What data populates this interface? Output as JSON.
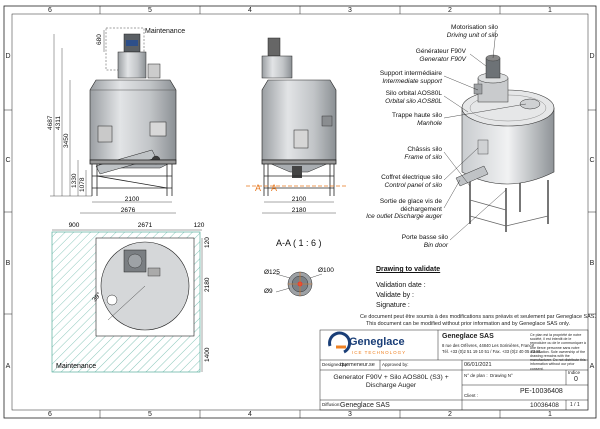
{
  "border": {
    "cols_top": [
      "6",
      "5",
      "4",
      "3",
      "2",
      "1"
    ],
    "rows_left": [
      "D",
      "C",
      "B",
      "A"
    ]
  },
  "front_view": {
    "label_maintenance": "Maintenance",
    "dims_vertical": [
      "680",
      "4687",
      "4311",
      "3450",
      "1330",
      "1078"
    ],
    "dim_bottom_inner": "2100",
    "dim_bottom_outer": "2676"
  },
  "side_view": {
    "dim_bottom_inner": "2100",
    "dim_bottom_outer": "2180",
    "section_marker": "A"
  },
  "plan_view": {
    "dims_top": [
      "900",
      "2671",
      "120"
    ],
    "dims_right": [
      "120",
      "2180",
      "1400"
    ],
    "dim_angle": "39°",
    "label_maintenance": "Maintenance"
  },
  "section": {
    "title": "A-A ( 1 : 6 )",
    "dims": [
      "Ø125",
      "Ø100",
      "Ø9"
    ]
  },
  "callouts": [
    {
      "fr": "Motorisation silo",
      "en": "Driving unit of silo"
    },
    {
      "fr": "Générateur F90V",
      "en": "Generator F90V"
    },
    {
      "fr": "Support intermédiaire",
      "en": "Intermediate support"
    },
    {
      "fr": "Silo orbital AOS80L",
      "en": "Orbital silo AOS80L"
    },
    {
      "fr": "Trappe haute silo",
      "en": "Manhole"
    },
    {
      "fr": "Châssis silo",
      "en": "Frame of silo"
    },
    {
      "fr": "Coffret électrique silo",
      "en": "Control panel of silo"
    },
    {
      "fr": "Sortie de glace vis de déchargement",
      "en": "Ice outlet Discharge auger"
    },
    {
      "fr": "Porte basse silo",
      "en": "Bin door"
    }
  ],
  "validation": {
    "title": "Drawing to validate",
    "date": "Validation date :",
    "by": "Validate by :",
    "signature": "Signature :"
  },
  "disclaimer": {
    "fr": "Ce document peut être soumis à des modifications sans préavis et seulement par Geneglace SAS.",
    "en": "This document can be modified without prior information and by Geneglace SAS only."
  },
  "title_block": {
    "company": "Geneglace SAS",
    "logo_text": "Geneglace",
    "logo_sub": "ICE TECHNOLOGY",
    "address": "8 rue des Orfèvres, 44840 Les Sorinières, France",
    "phone": "Tél. +33 (0)2 51 19 10 51 / Fax. +33 (0)2 40 05 73 81",
    "legal_fr": "Ce plan est la propriété de notre société, il est interdit de le reproduire ou de le communiquer à une tierce personne sans notre autorisation.",
    "legal_en": "Sole ownership of the drawing remains with the manufacturer. Do not distribute this information without our prior consent.",
    "drawn_by_label": "Designed by:",
    "drawn_by": "quemeneur.se",
    "approved_label": "Approved by:",
    "date": "06/01/2021",
    "description": "Generator F90V + Silo AOS80L (S3) + Discharge Auger",
    "plan_no_label": "N° de plan :",
    "drawing_label": "Drawing N°",
    "plan_no": "PE-10036408",
    "code": "10036408",
    "index_label": "Indice",
    "index": "0",
    "sheet": "1 / 1",
    "diffusion_label": "Diffusion:",
    "diffusion": "Geneglace SAS",
    "client_label": "Client :"
  },
  "colors": {
    "line": "#222222",
    "steel": "#b9bcbf",
    "steel_dark": "#7d8286",
    "hatch": "#3aa18c",
    "accent": "#e7781f",
    "logo_blue": "#1a3e77",
    "logo_orange": "#ef8122"
  }
}
